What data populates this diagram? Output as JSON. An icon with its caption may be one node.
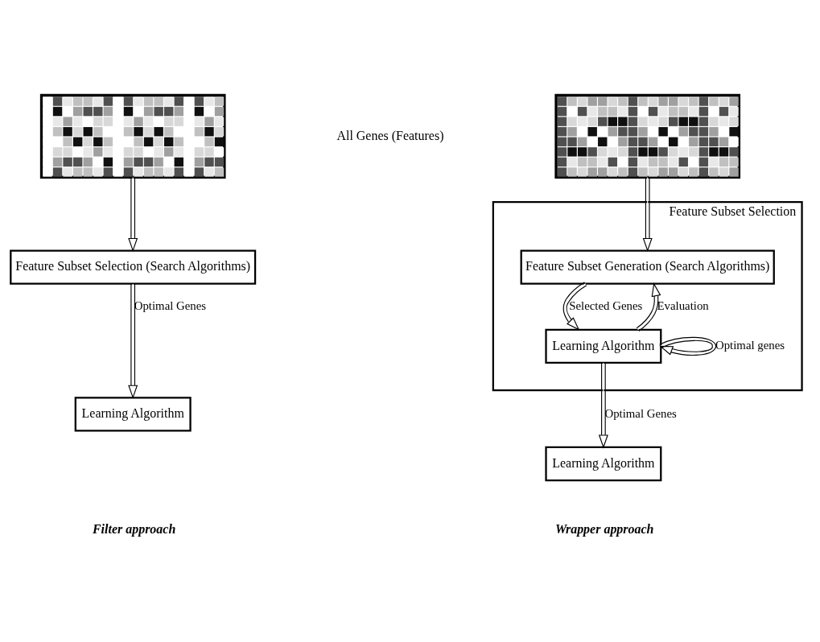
{
  "diagram": {
    "nodes": [
      {
        "text": [],
        "shape": "picture"
      },
      {
        "text": [
          "Feature Subset Selection (Search Algorithms)"
        ]
      },
      {
        "text": [
          "Learning Algorithm"
        ]
      },
      {
        "text": [],
        "shape": "picture"
      },
      {
        "text": [
          "Feature Subset Selection"
        ]
      },
      {
        "text": [
          "Feature Subset Generation (Search Algorithms)"
        ],
        "in": 4
      },
      {
        "text": [
          "Learning Algorithm"
        ],
        "in": 4
      },
      {
        "text": [
          "Learning Algorithm"
        ]
      }
    ],
    "edges": [
      {
        "from": 0,
        "to": 1,
        "arrow": "to"
      },
      {
        "from": 1,
        "to": 2,
        "arrow": "to",
        "label": "Optimal Genes"
      },
      {
        "from": 3,
        "to": 5,
        "arrow": "to"
      },
      {
        "from": 5,
        "to": 6,
        "arrow": "to",
        "label": "Selected Genes"
      },
      {
        "from": 6,
        "to": 5,
        "arrow": "to",
        "label": "Evaluation"
      },
      {
        "from": 6,
        "to": 6,
        "arrow": "to",
        "label": "Optimal genes"
      },
      {
        "from": 6,
        "to": 7,
        "arrow": "to",
        "label": "Optimal Genes"
      }
    ],
    "labels": [
      "All Genes (Features)",
      "Filter approach",
      "Wrapper approach"
    ]
  }
}
